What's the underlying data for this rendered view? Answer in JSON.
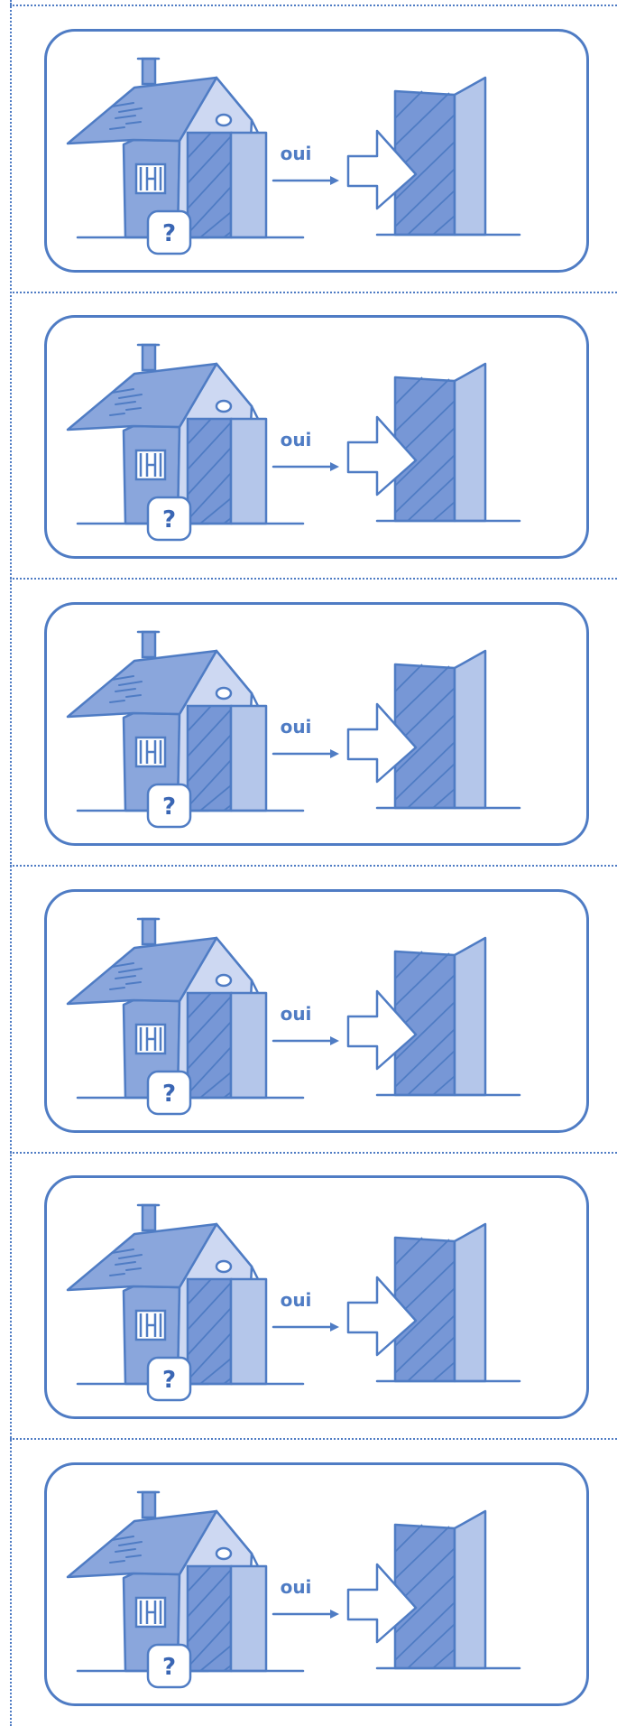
{
  "colors": {
    "outline": "#4f7cc4",
    "house_dark": "#8aa6dc",
    "house_light": "#cdd8f2",
    "door_light": "#b4c6ea",
    "tower_dark": "#7797d6",
    "tower_light": "#b4c6ea"
  },
  "icons": {
    "house": "house-icon",
    "question": "question-badge-icon",
    "arrow": "arrow-icon",
    "building": "entrance-building-icon"
  },
  "panels": [
    {
      "answer": "oui",
      "badge": "?"
    },
    {
      "answer": "oui",
      "badge": "?"
    },
    {
      "answer": "oui",
      "badge": "?"
    },
    {
      "answer": "oui",
      "badge": "?"
    },
    {
      "answer": "oui",
      "badge": "?"
    },
    {
      "answer": "oui",
      "badge": "?"
    }
  ]
}
